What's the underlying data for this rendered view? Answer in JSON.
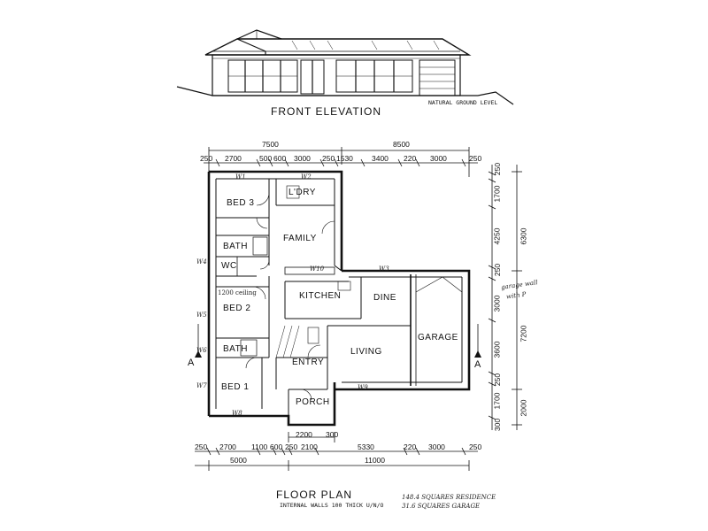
{
  "elevation": {
    "title": "FRONT ELEVATION",
    "ground_note": "NATURAL GROUND LEVEL"
  },
  "plan": {
    "title": "FLOOR PLAN",
    "note": "INTERNAL WALLS 100 THICK U/N/O",
    "area_note_1": "148.4 SQUARES RESIDENCE",
    "area_note_2": "31.6 SQUARES GARAGE",
    "section_left": "A",
    "section_right": "A",
    "garage_note_1": "garage wall",
    "garage_note_2": "with P",
    "ceiling_note": "1200 ceiling"
  },
  "rooms": {
    "bed3": "BED 3",
    "ldry": "L'DRY",
    "bath_top": "BATH",
    "family": "FAMILY",
    "wc": "WC",
    "kitchen": "KITCHEN",
    "dine": "DINE",
    "bed2": "BED 2",
    "bath_bottom": "BATH",
    "entry": "ENTRY",
    "living": "LIVING",
    "garage": "GARAGE",
    "bed1": "BED 1",
    "porch": "PORCH"
  },
  "dims_top": {
    "overall_left": "7500",
    "overall_right": "8500",
    "segments": [
      "250",
      "2700",
      "500",
      "600",
      "3000",
      "250",
      "1530",
      "3400",
      "220",
      "3000",
      "250"
    ]
  },
  "dims_bottom": {
    "porch_width": "2200",
    "porch_offset": "300",
    "segments": [
      "250",
      "2700",
      "1100",
      "600",
      "250",
      "2100",
      "5330",
      "220",
      "3000",
      "250"
    ],
    "overall_left": "5000",
    "overall_right": "11000"
  },
  "dims_right": {
    "segments": [
      "250",
      "1700",
      "4250",
      "250",
      "3000",
      "3600",
      "250",
      "1700",
      "300"
    ],
    "overall": [
      "6300",
      "7200",
      "2000"
    ]
  },
  "window_tags": [
    "W1",
    "W2",
    "W3",
    "W4",
    "W5",
    "W6",
    "W7",
    "W8",
    "W9",
    "W10"
  ]
}
